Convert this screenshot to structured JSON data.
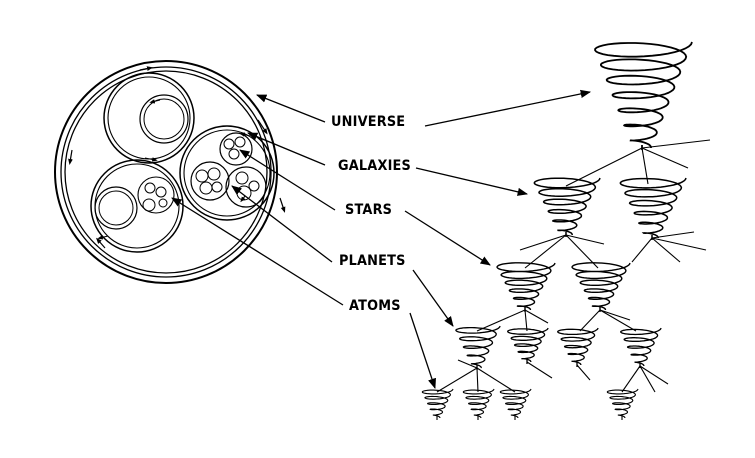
{
  "labels": {
    "universe": "UNIVERSE",
    "galaxies": "GALAXIES",
    "stars": "STARS",
    "planets": "PLANETS",
    "atoms": "ATOMS"
  },
  "colors": {
    "ink": "#000000",
    "background": "#ffffff"
  },
  "icons": {
    "nested-circles": "universe-nested-circles-diagram",
    "spiral": "spiral-vortex-icon"
  }
}
